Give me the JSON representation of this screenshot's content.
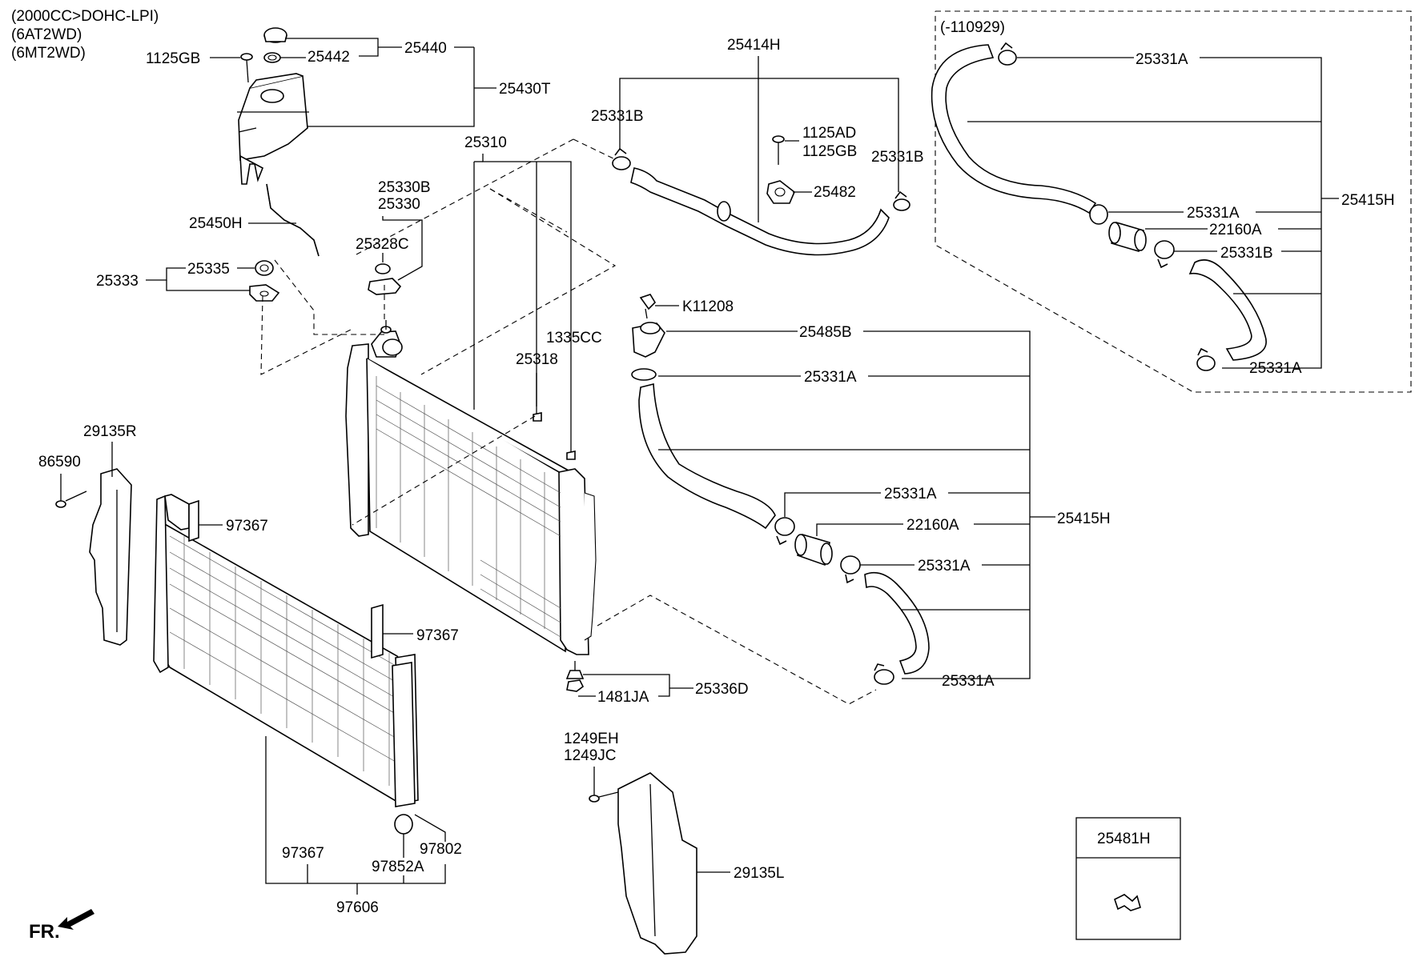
{
  "notes": {
    "engine": "(2000CC>DOHC-LPI)",
    "trans1": "(6AT2WD)",
    "trans2": "(6MT2WD)",
    "detail_date": "(-110929)",
    "fr": "FR."
  },
  "labels": {
    "p1125GB_top": "1125GB",
    "p25442": "25442",
    "p25440": "25440",
    "p25430T": "25430T",
    "p25310": "25310",
    "p25330B": "25330B",
    "p25330": "25330",
    "p25328C": "25328C",
    "p25450H": "25450H",
    "p25335": "25335",
    "p25333": "25333",
    "p1335CC": "1335CC",
    "p25318": "25318",
    "p25414H": "25414H",
    "p25331B_left": "25331B",
    "p1125AD": "1125AD",
    "p1125GB_mid": "1125GB",
    "p25331B_right": "25331B",
    "p25482": "25482",
    "d_25331A_1": "25331A",
    "d_25415H": "25415H",
    "d_25331A_2": "25331A",
    "d_22160A": "22160A",
    "d_25331B": "25331B",
    "d_25331A_3": "25331A",
    "pK11208": "K11208",
    "p25485B": "25485B",
    "m_25331A_1": "25331A",
    "m_25331A_2": "25331A",
    "m_22160A": "22160A",
    "m_25415H": "25415H",
    "m_25331A_3": "25331A",
    "m_25331A_4": "25331A",
    "p29135R": "29135R",
    "p86590": "86590",
    "p97367_a": "97367",
    "p97367_b": "97367",
    "p97367_c": "97367",
    "p97802": "97802",
    "p97852A": "97852A",
    "p97606": "97606",
    "p1481JA": "1481JA",
    "p25336D": "25336D",
    "p1249EH": "1249EH",
    "p1249JC": "1249JC",
    "p29135L": "29135L",
    "p25481H": "25481H"
  }
}
